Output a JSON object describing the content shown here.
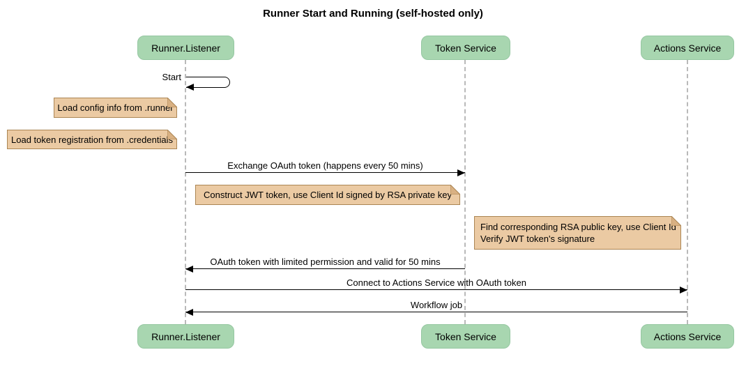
{
  "title": "Runner Start and Running (self-hosted only)",
  "participants": [
    {
      "label": "Runner.Listener"
    },
    {
      "label": "Token Service"
    },
    {
      "label": "Actions Service"
    }
  ],
  "self_message": {
    "label": "Start",
    "participant": "Runner.Listener"
  },
  "notes": [
    {
      "text": "Load config info from .runner",
      "placement": "left of Runner.Listener"
    },
    {
      "text": "Load token registration from .credentials",
      "placement": "left of Runner.Listener"
    },
    {
      "text": "Construct JWT token, use Client Id signed by RSA private key",
      "placement": "between Runner.Listener and Token Service"
    },
    {
      "lines": [
        "Find corresponding RSA public key, use Client Id",
        "Verify JWT token's signature"
      ],
      "placement": "between Token Service and Actions Service"
    }
  ],
  "messages": [
    {
      "label": "Exchange OAuth token (happens every 50 mins)",
      "from": "Runner.Listener",
      "to": "Token Service"
    },
    {
      "label": "OAuth token with limited permission and valid for 50 mins",
      "from": "Token Service",
      "to": "Runner.Listener"
    },
    {
      "label": "Connect to Actions Service with OAuth token",
      "from": "Runner.Listener",
      "to": "Actions Service"
    },
    {
      "label": "Workflow job",
      "from": "Actions Service",
      "to": "Runner.Listener"
    }
  ],
  "colors": {
    "participant_fill": "#a8d6b0",
    "note_fill": "#ebcaa3",
    "note_border": "#ab8553",
    "note_fold": "#d9b183",
    "lifeline": "#b9b9b9",
    "arrow": "#000000",
    "background": "#ffffff"
  }
}
